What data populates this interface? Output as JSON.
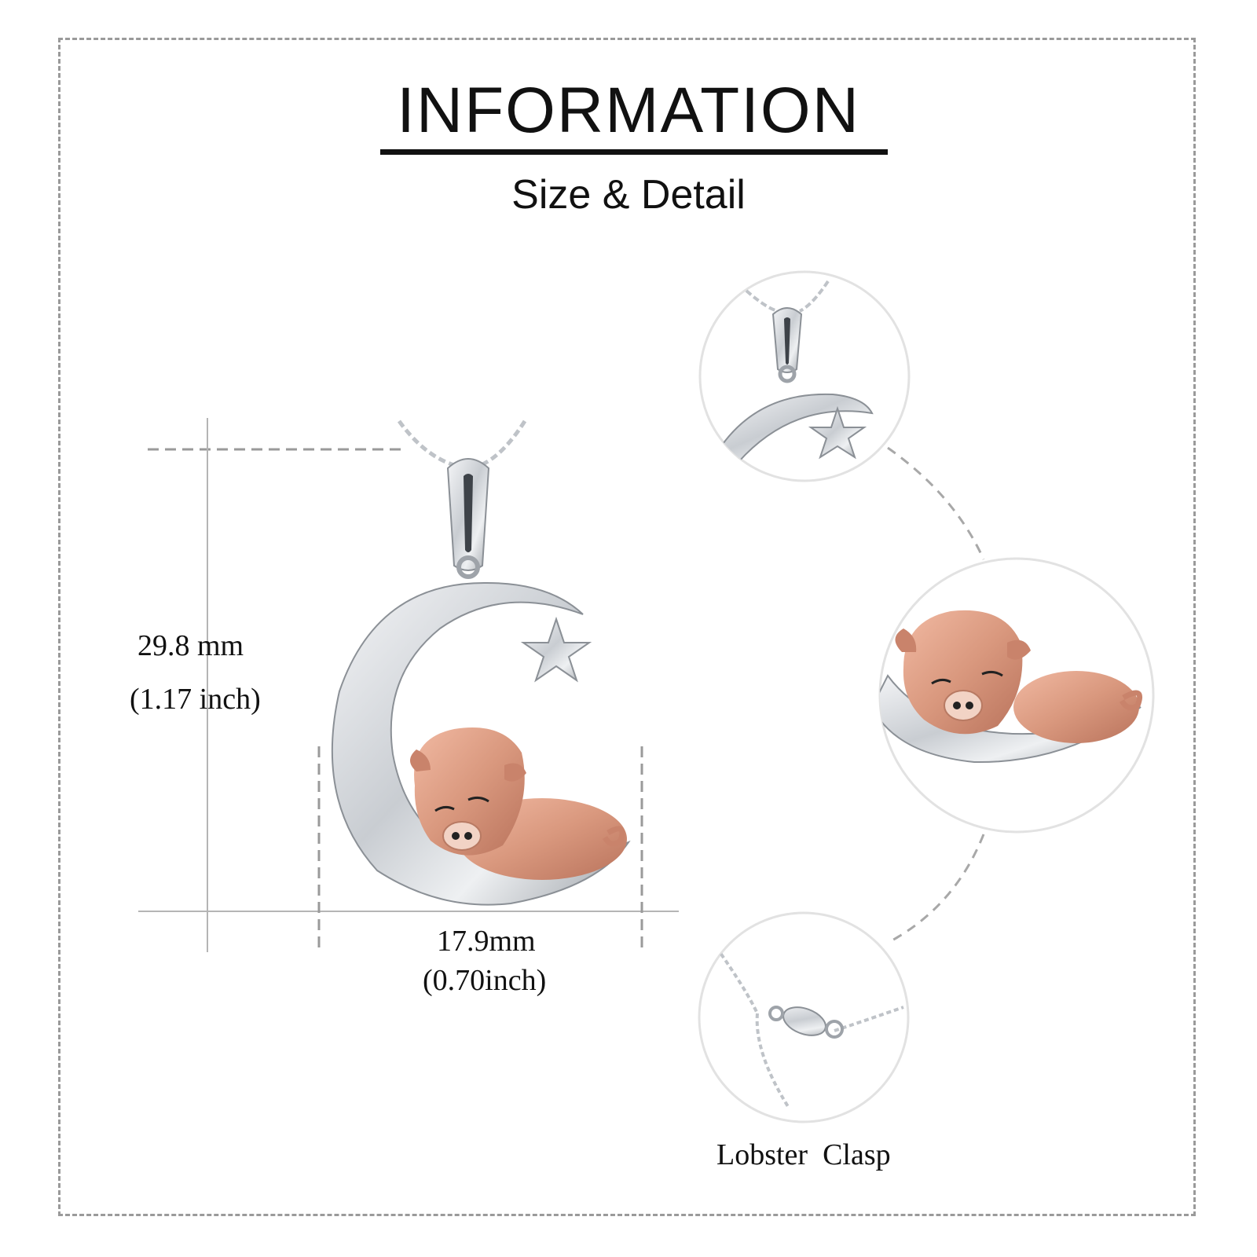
{
  "header": {
    "title": "INFORMATION",
    "subtitle": "Size & Detail"
  },
  "dimensions": {
    "height_mm": "29.8 mm",
    "height_inch": "(1.17 inch)",
    "width_mm": "17.9mm",
    "width_inch": "(0.70inch)"
  },
  "details": {
    "clasp_label": "Lobster  Clasp"
  },
  "colors": {
    "silver": "#c9cdd2",
    "rose_gold": "#d9987e",
    "guide_line": "#b5b5b5",
    "frame": "#9a9a9a"
  }
}
